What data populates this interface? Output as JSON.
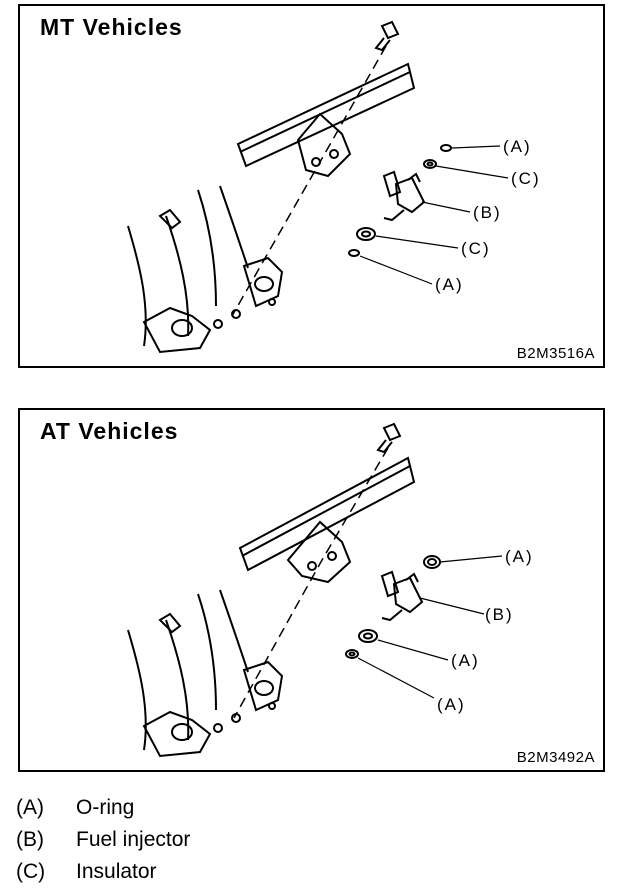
{
  "panels": [
    {
      "title": "MT Vehicles",
      "figure_code": "B2M3516A",
      "callouts": [
        "(A)",
        "(C)",
        "(B)",
        "(C)",
        "(A)"
      ]
    },
    {
      "title": "AT Vehicles",
      "figure_code": "B2M3492A",
      "callouts": [
        "(A)",
        "(B)",
        "(A)",
        "(A)"
      ]
    }
  ],
  "legend": [
    {
      "key": "(A)",
      "label": "O-ring"
    },
    {
      "key": "(B)",
      "label": "Fuel injector"
    },
    {
      "key": "(C)",
      "label": "Insulator"
    }
  ]
}
